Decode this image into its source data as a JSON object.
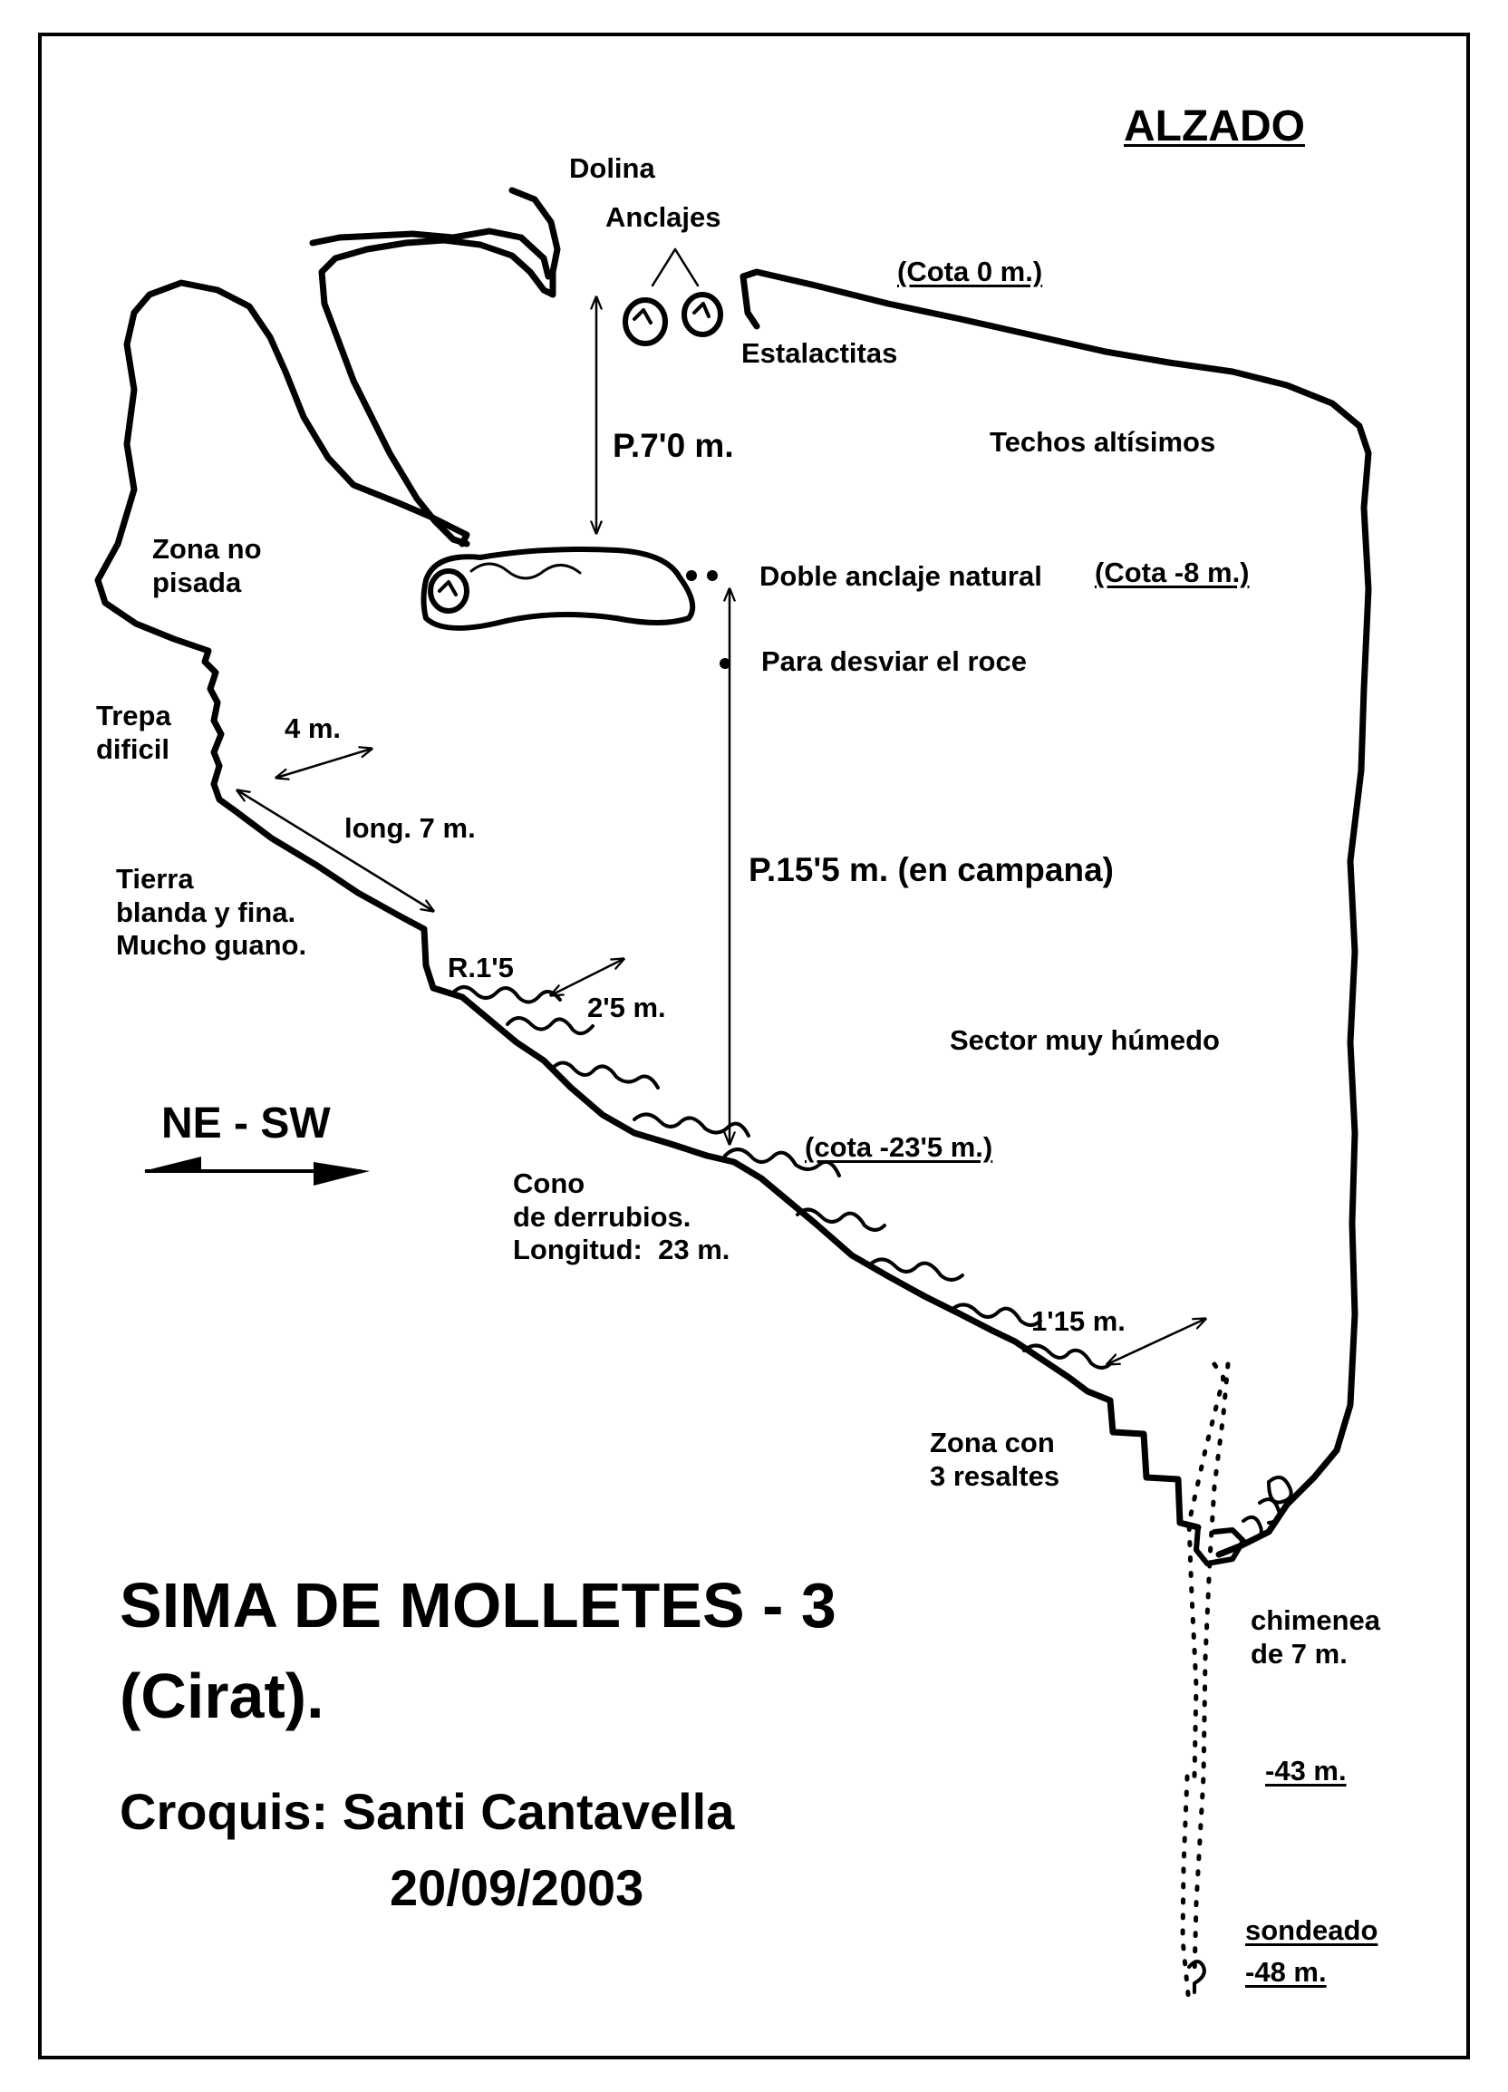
{
  "heading": "ALZADO",
  "title": {
    "line1": "SIMA  DE  MOLLETES - 3",
    "line2": "(Cirat).",
    "credit": "Croquis:  Santi Cantavella",
    "date": "20/09/2003"
  },
  "orientation": {
    "label": "NE  -  SW"
  },
  "labels": {
    "dolina": "Dolina",
    "anclajes": "Anclajes",
    "estalactitas": "Estalactitas",
    "cota0": "(Cota 0 m.)",
    "p7": "P.7'0 m.",
    "techos": "Techos  altísimos",
    "zona_no_pisada": "Zona no\npisada",
    "doble_anclaje": "Doble anclaje natural",
    "cota8": "(Cota -8 m.)",
    "para_desviar": "Para desviar el roce",
    "trepa": "Trepa\ndificil",
    "m4": "4 m.",
    "long7": "long. 7 m.",
    "p15": "P.15'5 m.  (en campana)",
    "tierra": "Tierra\nblanda y fina.\nMucho guano.",
    "r15": "R.1'5",
    "m25": "2'5 m.",
    "sector": "Sector  muy  húmedo",
    "cota23": "(cota -23'5 m.)",
    "cono": "Cono\nde derrubios.\nLongitud:  23 m.",
    "m115": "1'15 m.",
    "zona_resaltes": "Zona con\n3 resaltes",
    "chimenea": "chimenea\nde 7 m.",
    "cota43": "-43 m.",
    "sondeado": "sondeado",
    "cota48": "-48 m."
  }
}
